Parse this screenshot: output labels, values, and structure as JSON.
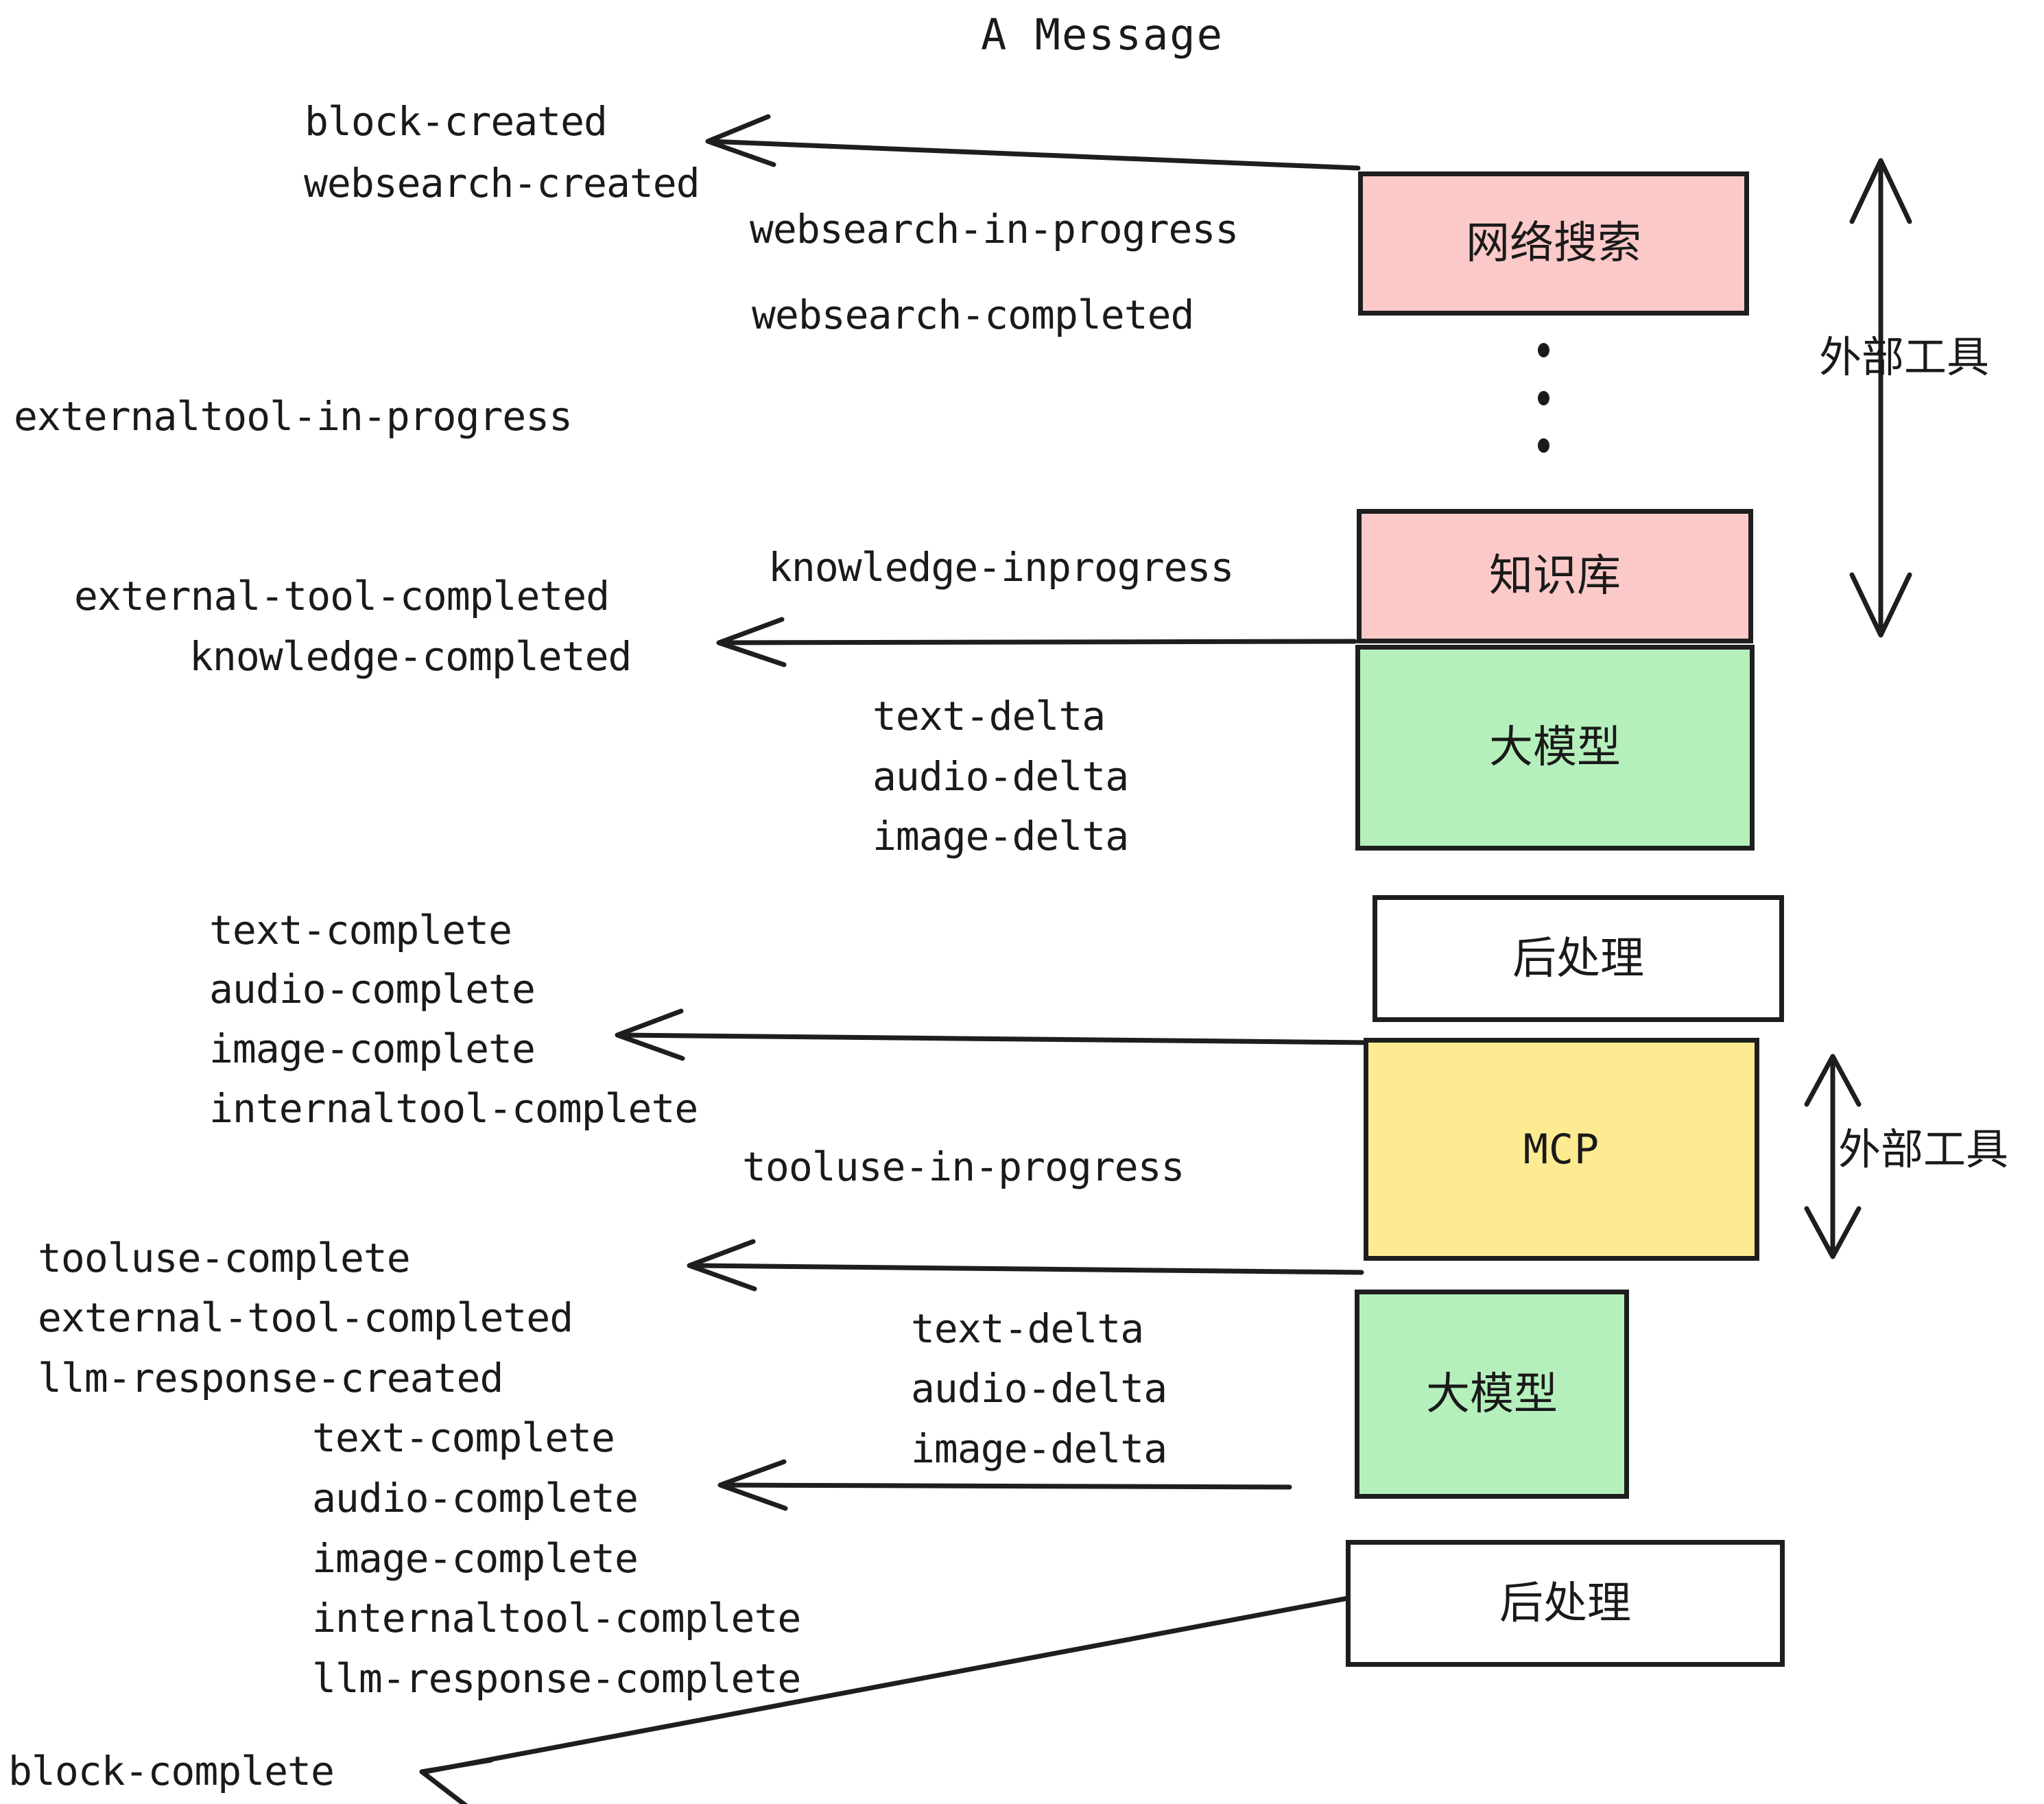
{
  "title": "A Message",
  "boxes": [
    {
      "id": "websearch",
      "label": "网络搜索",
      "color": "#FCC9C9",
      "kind": "cjk"
    },
    {
      "id": "knowledge",
      "label": "知识库",
      "color": "#FCC9C9",
      "kind": "cjk"
    },
    {
      "id": "llm-1",
      "label": "大模型",
      "color": "#B5F0BC",
      "kind": "cjk"
    },
    {
      "id": "postproc-1",
      "label": "后处理",
      "color": "#FFFFFF",
      "kind": "cjk"
    },
    {
      "id": "mcp",
      "label": "MCP",
      "color": "#FDEB92",
      "kind": "mono"
    },
    {
      "id": "llm-2",
      "label": "大模型",
      "color": "#B5F0BC",
      "kind": "cjk"
    },
    {
      "id": "postproc-2",
      "label": "后处理",
      "color": "#FFFFFF",
      "kind": "cjk"
    }
  ],
  "brackets": [
    {
      "id": "external-tools-top",
      "label": "外部工具"
    },
    {
      "id": "external-tools-bottom",
      "label": "外部工具"
    }
  ],
  "events": [
    {
      "id": "e01",
      "text": "block-created"
    },
    {
      "id": "e02",
      "text": "websearch-created"
    },
    {
      "id": "e03",
      "text": "websearch-in-progress"
    },
    {
      "id": "e04",
      "text": "websearch-completed"
    },
    {
      "id": "e05",
      "text": "externaltool-in-progress"
    },
    {
      "id": "e06",
      "text": "knowledge-inprogress"
    },
    {
      "id": "e07",
      "text": "external-tool-completed"
    },
    {
      "id": "e08",
      "text": "knowledge-completed"
    },
    {
      "id": "e09",
      "text": "text-delta"
    },
    {
      "id": "e10",
      "text": "audio-delta"
    },
    {
      "id": "e11",
      "text": "image-delta"
    },
    {
      "id": "e12",
      "text": "text-complete"
    },
    {
      "id": "e13",
      "text": "audio-complete"
    },
    {
      "id": "e14",
      "text": "image-complete"
    },
    {
      "id": "e15",
      "text": "internaltool-complete"
    },
    {
      "id": "e16",
      "text": "tooluse-in-progress"
    },
    {
      "id": "e17",
      "text": "tooluse-complete"
    },
    {
      "id": "e18",
      "text": "external-tool-completed"
    },
    {
      "id": "e19",
      "text": "llm-response-created"
    },
    {
      "id": "e20",
      "text": "text-delta"
    },
    {
      "id": "e21",
      "text": "audio-delta"
    },
    {
      "id": "e22",
      "text": "image-delta"
    },
    {
      "id": "e23",
      "text": "text-complete"
    },
    {
      "id": "e24",
      "text": "audio-complete"
    },
    {
      "id": "e25",
      "text": "image-complete"
    },
    {
      "id": "e26",
      "text": "internaltool-complete"
    },
    {
      "id": "e27",
      "text": "llm-response-complete"
    },
    {
      "id": "e28",
      "text": "block-complete"
    }
  ],
  "colors": {
    "ink": "#1a1a1a",
    "pink": "#FCC9C9",
    "green": "#B5F0BC",
    "yellow": "#FDEB92",
    "white": "#FFFFFF",
    "background": "#FFFFFF"
  }
}
